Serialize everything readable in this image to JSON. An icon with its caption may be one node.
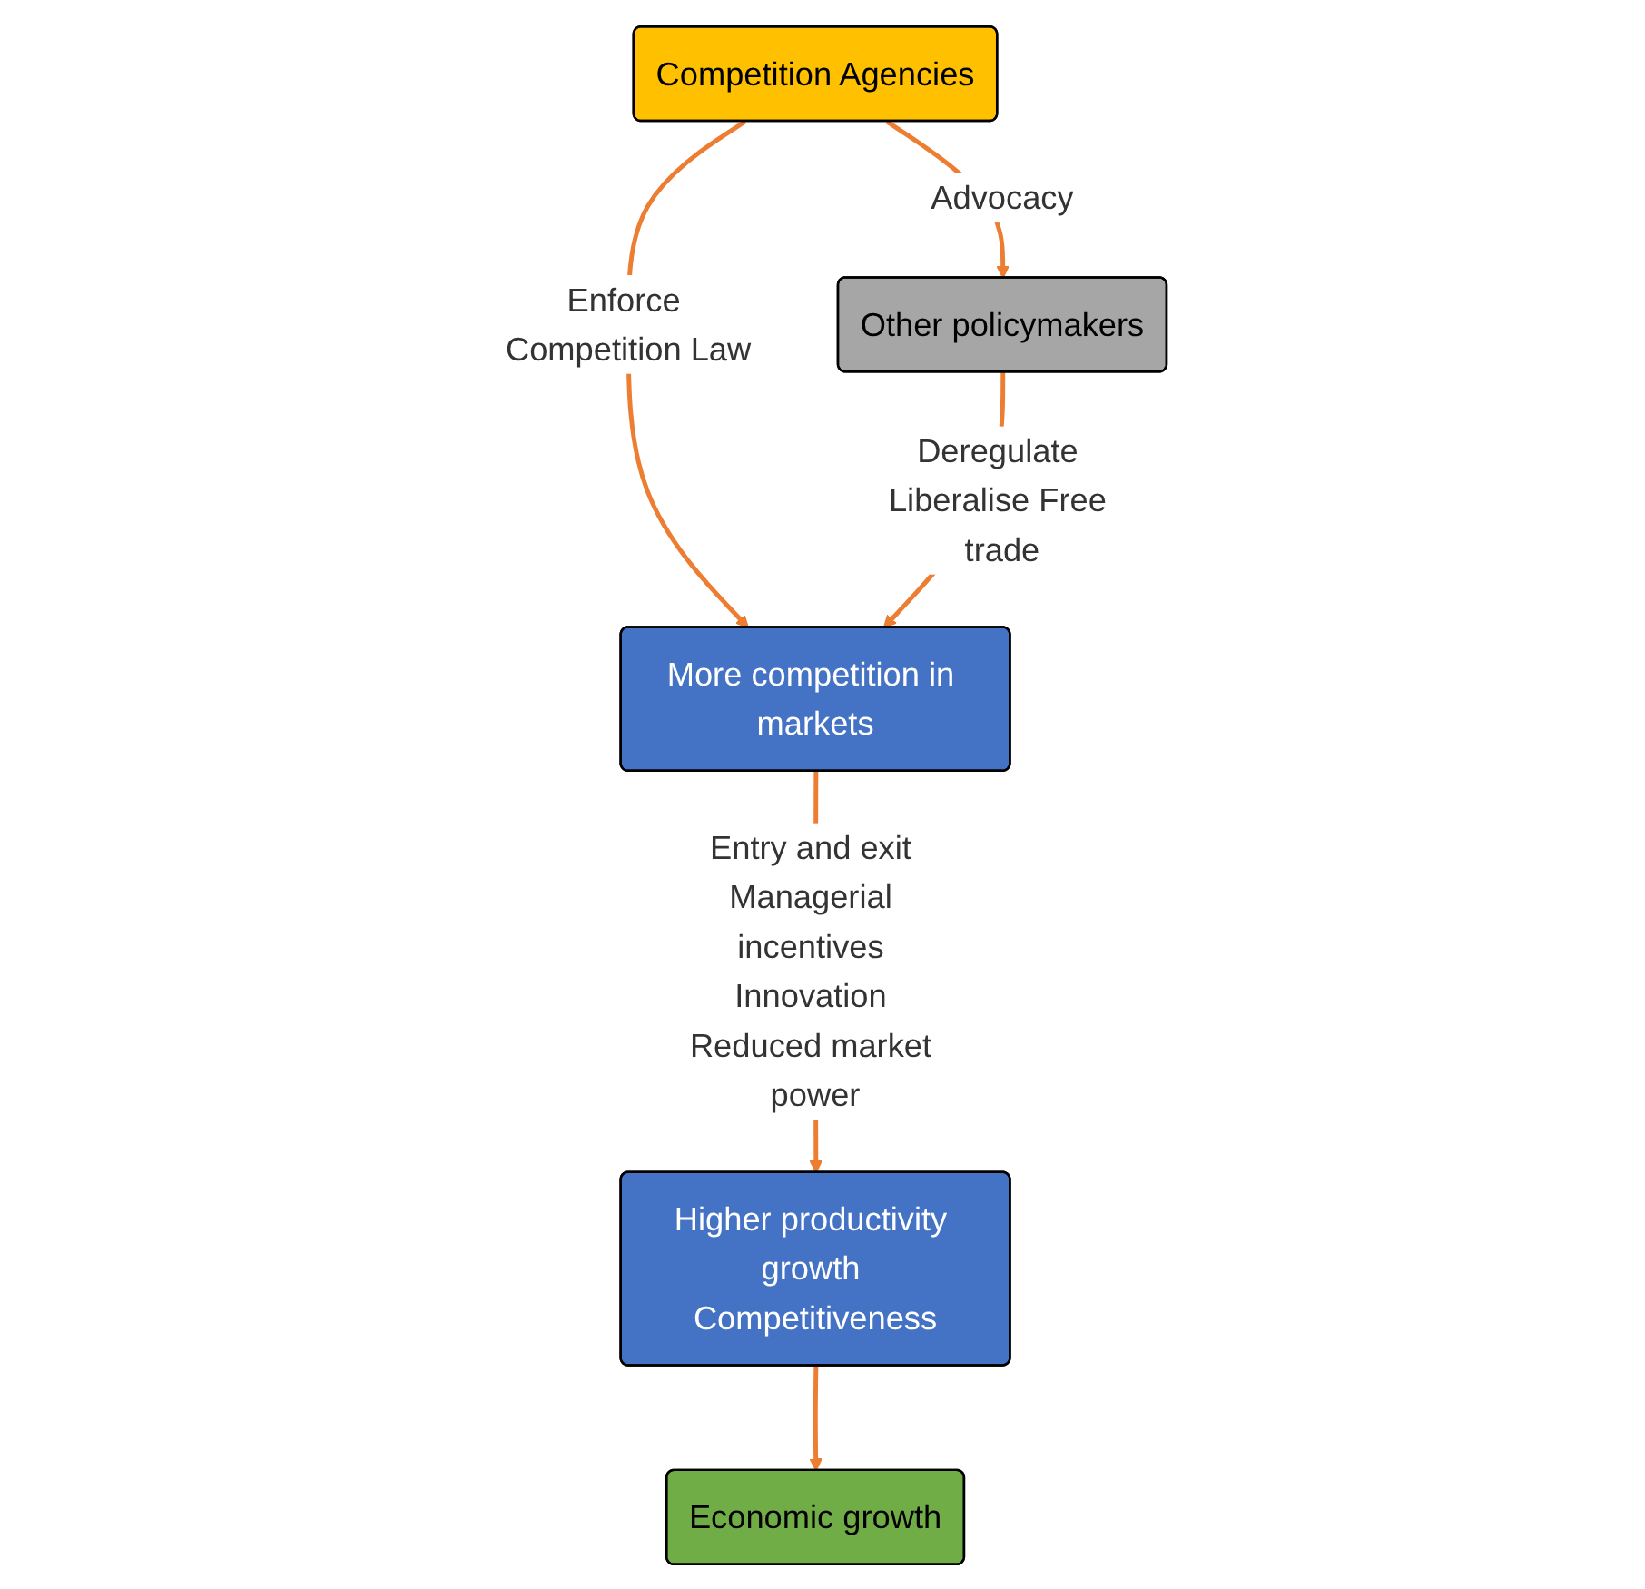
{
  "diagram": {
    "nodes": [
      {
        "text": [
          "Competition Agencies"
        ]
      },
      {
        "text": [
          "Other policymakers"
        ]
      },
      {
        "text": [
          "More competition in markets"
        ]
      },
      {
        "text": [
          "Higher productivity growth Competitiveness"
        ]
      },
      {
        "text": [
          "Economic growth"
        ]
      }
    ],
    "edges": [
      {
        "from": 0,
        "to": 1,
        "arrow": "to",
        "label": "Advocacy"
      },
      {
        "from": 0,
        "to": 2,
        "arrow": "to",
        "label": "Enforce Competition Law"
      },
      {
        "from": 1,
        "to": 2,
        "arrow": "to",
        "label": "Deregulate Liberalise Free trade"
      },
      {
        "from": 2,
        "to": 3,
        "arrow": "to",
        "label": "Entry and exit Managerial incentives Innovation Reduced market power"
      },
      {
        "from": 3,
        "to": 4,
        "arrow": "to"
      }
    ]
  }
}
